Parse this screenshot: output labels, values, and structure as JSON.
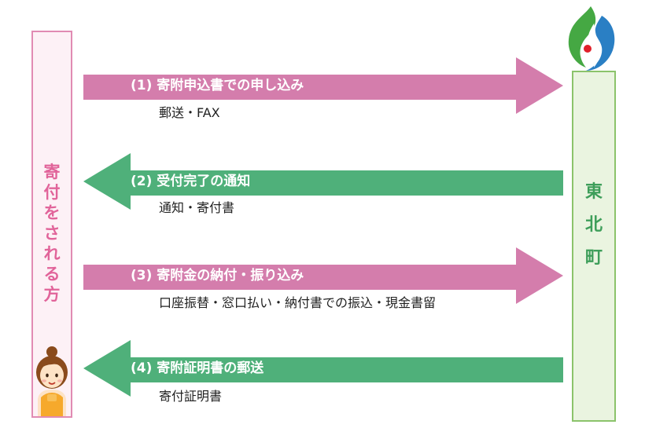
{
  "colors": {
    "pink_arrow": "#d47dac",
    "green_arrow": "#4fb07a",
    "left_border": "#e18bb3",
    "left_text": "#e1649a",
    "right_border": "#8bc36b",
    "right_text": "#3e9e5a",
    "logo_green": "#45a843",
    "logo_blue": "#2a7fc4",
    "logo_red": "#e0202a"
  },
  "donor": {
    "label": "寄付をされる方",
    "avatar_icon": "woman-avatar-icon"
  },
  "town": {
    "label": "東北町",
    "logo_icon": "town-emblem-icon"
  },
  "steps": [
    {
      "label": "(1) 寄附申込書での申し込み",
      "sub": "郵送・FAX",
      "direction": "right",
      "color": "pink"
    },
    {
      "label": "(2) 受付完了の通知",
      "sub": "通知・寄付書",
      "direction": "left",
      "color": "green"
    },
    {
      "label": "(3) 寄附金の納付・振り込み",
      "sub": "口座振替・窓口払い・納付書での振込・現金書留",
      "direction": "right",
      "color": "pink"
    },
    {
      "label": "(4) 寄附証明書の郵送",
      "sub": "寄付証明書",
      "direction": "left",
      "color": "green"
    }
  ]
}
